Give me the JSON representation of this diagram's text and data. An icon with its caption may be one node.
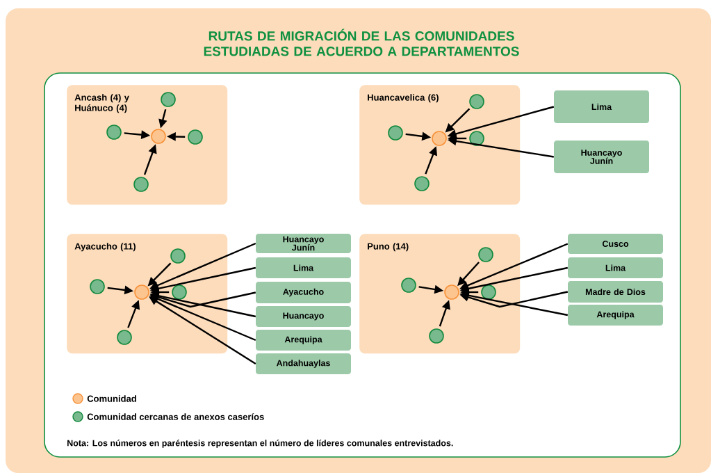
{
  "diagram": {
    "title": "RUTAS DE MIGRACIÓN DE LAS COMUNIDADES ESTUDIADAS DE ACUERDO A DEPARTAMENTOS",
    "nodes": [
      {
        "text": [
          "Ancash (4) y Huánuco (4)"
        ]
      },
      {
        "text": [],
        "shape": "circle",
        "in": 0
      },
      {
        "text": [],
        "shape": "circle",
        "in": 0
      },
      {
        "text": [],
        "shape": "circle",
        "in": 0
      },
      {
        "text": [],
        "shape": "circle",
        "in": 0
      },
      {
        "text": [],
        "shape": "circle",
        "in": 0
      },
      {
        "text": [
          "Huancavelica (6)"
        ]
      },
      {
        "text": [],
        "shape": "circle",
        "in": 6
      },
      {
        "text": [],
        "shape": "circle",
        "in": 6
      },
      {
        "text": [],
        "shape": "circle",
        "in": 6
      },
      {
        "text": [],
        "shape": "circle",
        "in": 6
      },
      {
        "text": [],
        "shape": "circle",
        "in": 6
      },
      {
        "text": [
          "Lima"
        ]
      },
      {
        "text": [
          "Huancayo Junín"
        ]
      },
      {
        "text": [
          "Ayacucho (11)"
        ]
      },
      {
        "text": [],
        "shape": "circle",
        "in": 14
      },
      {
        "text": [],
        "shape": "circle",
        "in": 14
      },
      {
        "text": [],
        "shape": "circle",
        "in": 14
      },
      {
        "text": [],
        "shape": "circle",
        "in": 14
      },
      {
        "text": [],
        "shape": "circle",
        "in": 14
      },
      {
        "text": [
          "Huancayo Junín"
        ]
      },
      {
        "text": [
          "Lima"
        ]
      },
      {
        "text": [
          "Ayacucho"
        ]
      },
      {
        "text": [
          "Huancayo"
        ]
      },
      {
        "text": [
          "Arequipa"
        ]
      },
      {
        "text": [
          "Andahuaylas"
        ]
      },
      {
        "text": [
          "Puno (14)"
        ]
      },
      {
        "text": [],
        "shape": "circle",
        "in": 26
      },
      {
        "text": [],
        "shape": "circle",
        "in": 26
      },
      {
        "text": [],
        "shape": "circle",
        "in": 26
      },
      {
        "text": [],
        "shape": "circle",
        "in": 26
      },
      {
        "text": [],
        "shape": "circle",
        "in": 26
      },
      {
        "text": [
          "Cusco"
        ]
      },
      {
        "text": [
          "Lima"
        ]
      },
      {
        "text": [
          "Madre de Dios"
        ]
      },
      {
        "text": [
          "Arequipa"
        ]
      }
    ],
    "edges": [
      {
        "from": 2,
        "to": 1,
        "arrow": "to"
      },
      {
        "from": 3,
        "to": 1,
        "arrow": "to"
      },
      {
        "from": 4,
        "to": 1,
        "arrow": "to"
      },
      {
        "from": 5,
        "to": 1,
        "arrow": "to"
      },
      {
        "from": 8,
        "to": 7,
        "arrow": "to"
      },
      {
        "from": 9,
        "to": 7,
        "arrow": "to"
      },
      {
        "from": 10,
        "to": 7,
        "arrow": "to"
      },
      {
        "from": 11,
        "to": 7,
        "arrow": "to"
      },
      {
        "from": 12,
        "to": 7,
        "arrow": "to"
      },
      {
        "from": 13,
        "to": 7,
        "arrow": "to"
      },
      {
        "from": 16,
        "to": 15,
        "arrow": "to"
      },
      {
        "from": 17,
        "to": 15,
        "arrow": "to"
      },
      {
        "from": 18,
        "to": 15,
        "arrow": "to"
      },
      {
        "from": 19,
        "to": 15,
        "arrow": "to"
      },
      {
        "from": 20,
        "to": 15,
        "arrow": "to"
      },
      {
        "from": 21,
        "to": 15,
        "arrow": "to"
      },
      {
        "from": 22,
        "to": 15,
        "arrow": "to"
      },
      {
        "from": 23,
        "to": 15,
        "arrow": "to"
      },
      {
        "from": 24,
        "to": 15,
        "arrow": "to"
      },
      {
        "from": 25,
        "to": 15,
        "arrow": "to"
      },
      {
        "from": 28,
        "to": 27,
        "arrow": "to"
      },
      {
        "from": 29,
        "to": 27,
        "arrow": "to"
      },
      {
        "from": 30,
        "to": 27,
        "arrow": "to"
      },
      {
        "from": 31,
        "to": 27,
        "arrow": "to"
      },
      {
        "from": 32,
        "to": 27,
        "arrow": "to"
      },
      {
        "from": 33,
        "to": 27,
        "arrow": "to"
      },
      {
        "from": 34,
        "to": 27,
        "arrow": "to"
      },
      {
        "from": 35,
        "to": 27,
        "arrow": "to"
      }
    ],
    "labels": [
      "Nota: Los números en paréntesis representan el número de líderes comunales entrevistados."
    ],
    "legend": [
      {
        "text": "Comunidad"
      },
      {
        "text": "Comunidad cercanas de anexos caseríos"
      }
    ]
  }
}
